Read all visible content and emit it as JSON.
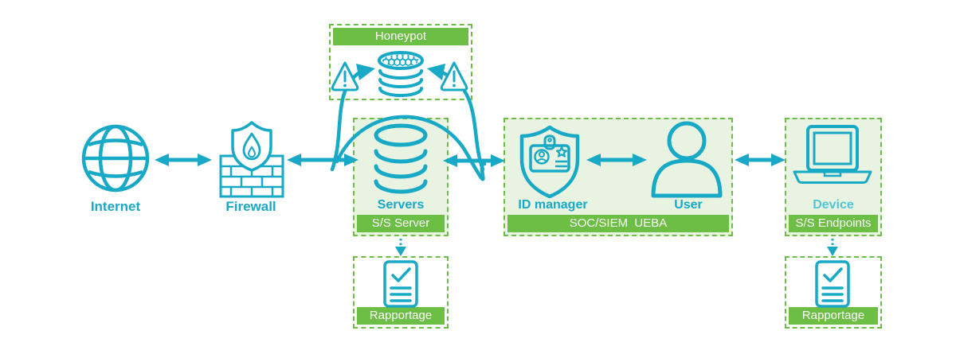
{
  "nodes": {
    "internet": {
      "label": "Internet"
    },
    "firewall": {
      "label": "Firewall"
    },
    "honeypot": {
      "title": "Honeypot"
    },
    "servers": {
      "label": "Servers",
      "banner": "S/S Server"
    },
    "soc": {
      "id_manager_label": "ID manager",
      "user_label": "User",
      "banner": "SOC/SIEM  UEBA"
    },
    "device": {
      "label": "Device",
      "banner": "S/S Endpoints"
    },
    "rapportage_left": {
      "banner": "Rapportage"
    },
    "rapportage_right": {
      "banner": "Rapportage"
    }
  },
  "colors": {
    "teal": "#17a9c5",
    "teal_light": "#55c4d6",
    "green": "#6cbe45",
    "light_green_fill": "#e9f3e2",
    "banner_text": "#ffffff"
  },
  "icons": {
    "internet": "globe-icon",
    "firewall": "firewall-brick-shield-icon",
    "honeypot": "honeycomb-database-icon",
    "warnings": "warning-triangle-icon",
    "servers": "database-stack-icon",
    "id_manager": "shield-id-badge-icon",
    "user": "person-icon",
    "device": "laptop-icon",
    "rapportage": "report-checklist-icon"
  }
}
